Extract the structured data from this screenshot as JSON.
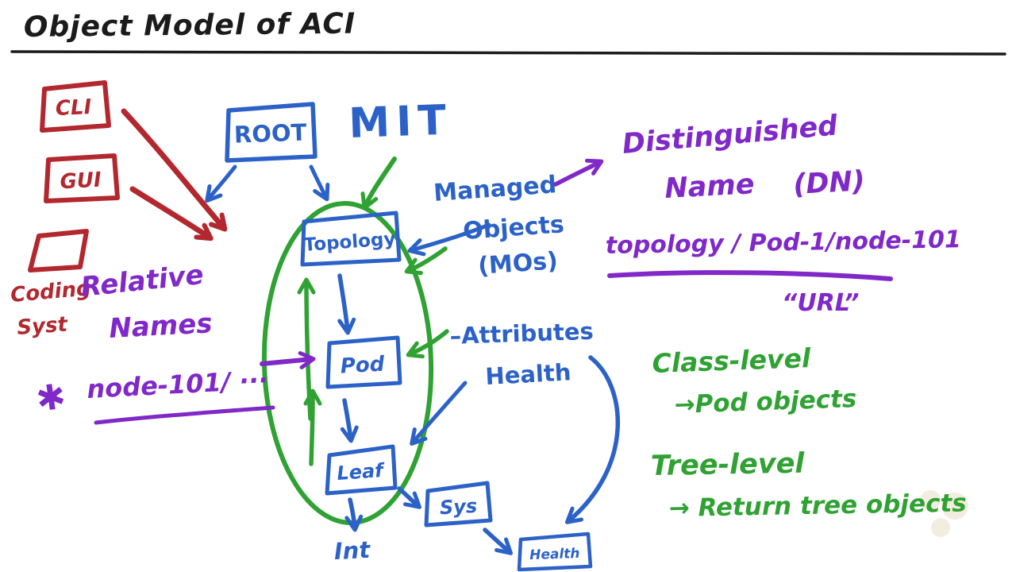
{
  "colors": {
    "background": "#ffffff",
    "ink": "#1b1b1b",
    "red": "#b2282e",
    "blue": "#2c62c8",
    "green": "#2fa233",
    "purple": "#8028c8",
    "watermark": "#e9dcc0"
  },
  "title": {
    "text": "Object Model of ACI"
  },
  "access_methods": {
    "cli": "CLI",
    "gui": "GUI",
    "coding_line1": "Coding",
    "coding_line2": "Syst"
  },
  "tree": {
    "root": "ROOT",
    "mit": "MIT",
    "topology": "Topology",
    "pod": "Pod",
    "leaf": "Leaf",
    "int": "Int",
    "sys": "Sys",
    "health": "Health"
  },
  "managed_objects": {
    "line1": "Managed",
    "line2": "Objects",
    "line3": "(MOs)",
    "attributes": "–Attributes",
    "health": "Health"
  },
  "distinguished_name": {
    "line1": "Distinguished",
    "name": "Name",
    "abbrev": "(DN)",
    "example": "topology / Pod-1/node-101",
    "url": "“URL”"
  },
  "relative_name": {
    "line1": "Relative",
    "line2": "Names",
    "star": "✱",
    "example": "node-101/ ···"
  },
  "query_levels": {
    "class_title": "Class-level",
    "class_sub": "→Pod objects",
    "tree_title": "Tree-level",
    "tree_sub": "→ Return tree objects"
  }
}
